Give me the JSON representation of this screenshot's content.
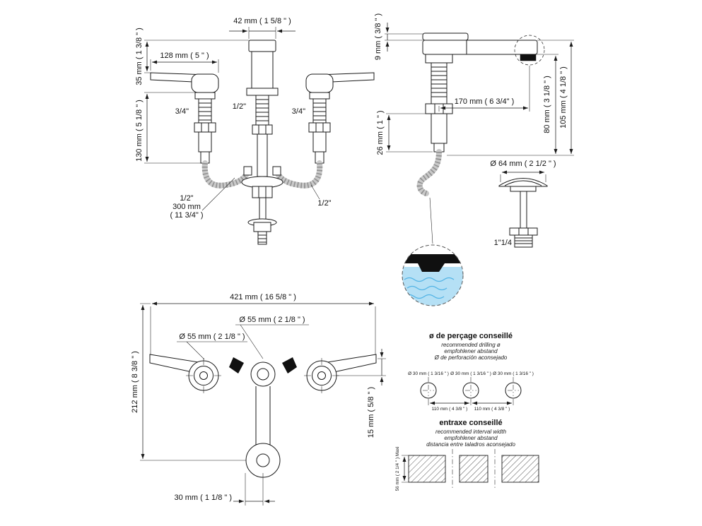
{
  "colors": {
    "water_light": "#b5e0f5",
    "water_wave": "#53b4e6",
    "line": "#1a1a1a"
  },
  "front_view": {
    "dim_spout_width": "42 mm ( 1 5/8 \" )",
    "dim_handle_length": "128 mm ( 5 \" )",
    "dim_spout_height": "35 mm ( 1 3/8 \" )",
    "dim_body_height": "130 mm ( 5 1/8 \" )",
    "left_valve_size": "3/4\"",
    "center_size": "1/2\"",
    "right_valve_size": "3/4\"",
    "hose_size": "1/2\"",
    "hose_length": "300 mm",
    "hose_length_inches": "( 11 3/4\" )",
    "right_hose_size": "1/2\""
  },
  "side_view": {
    "dim_lever_height": "9 mm ( 3/8 \" )",
    "dim_spout_reach": "170 mm ( 6 3/4\" )",
    "dim_valve_section": "26 mm ( 1 \" )",
    "dim_under_deck": "80 mm ( 3 1/8 \" )",
    "dim_total_height": "105 mm ( 4 1/8 \" )"
  },
  "drain": {
    "dim_flange_diameter": "Ø 64 mm ( 2 1/2 \" )",
    "thread_size": "1\"1/4"
  },
  "top_view": {
    "dim_overall_width": "421 mm ( 16 5/8 \" )",
    "dim_center_hole": "Ø 55 mm ( 2 1/8 \" )",
    "dim_side_hole": "Ø 55 mm ( 2 1/8 \" )",
    "dim_depth": "212 mm ( 8 3/8 \" )",
    "dim_handle_offset": "15 mm ( 5/8 \" )",
    "dim_spout_offset": "30 mm ( 1 1/8 \" )"
  },
  "drill_guide": {
    "title_drilling": "ø de perçage conseillé",
    "drilling_sub_en": "recommended drilling ø",
    "drilling_sub_de": "empfohlener abstand",
    "drilling_sub_es": "Ø de perforación aconsejado",
    "hole1_label": "Ø 30 mm ( 1 3/16 \" )",
    "hole2_label": "Ø 30 mm ( 1 3/16 \" )",
    "hole3_label": "Ø 30 mm ( 1 3/16 \" )",
    "spacing1": "110 mm ( 4 3/8 \" )",
    "spacing2": "110 mm ( 4 3/8 \" )",
    "title_spacing": "entraxe conseillé",
    "spacing_sub_en": "recommended interval width",
    "spacing_sub_de": "empfohlener abstand",
    "spacing_sub_es": "distancia entre taladros aconsejado",
    "wall_thickness_max": "56 mm ( 2 1/4 '' ) Maxi"
  }
}
